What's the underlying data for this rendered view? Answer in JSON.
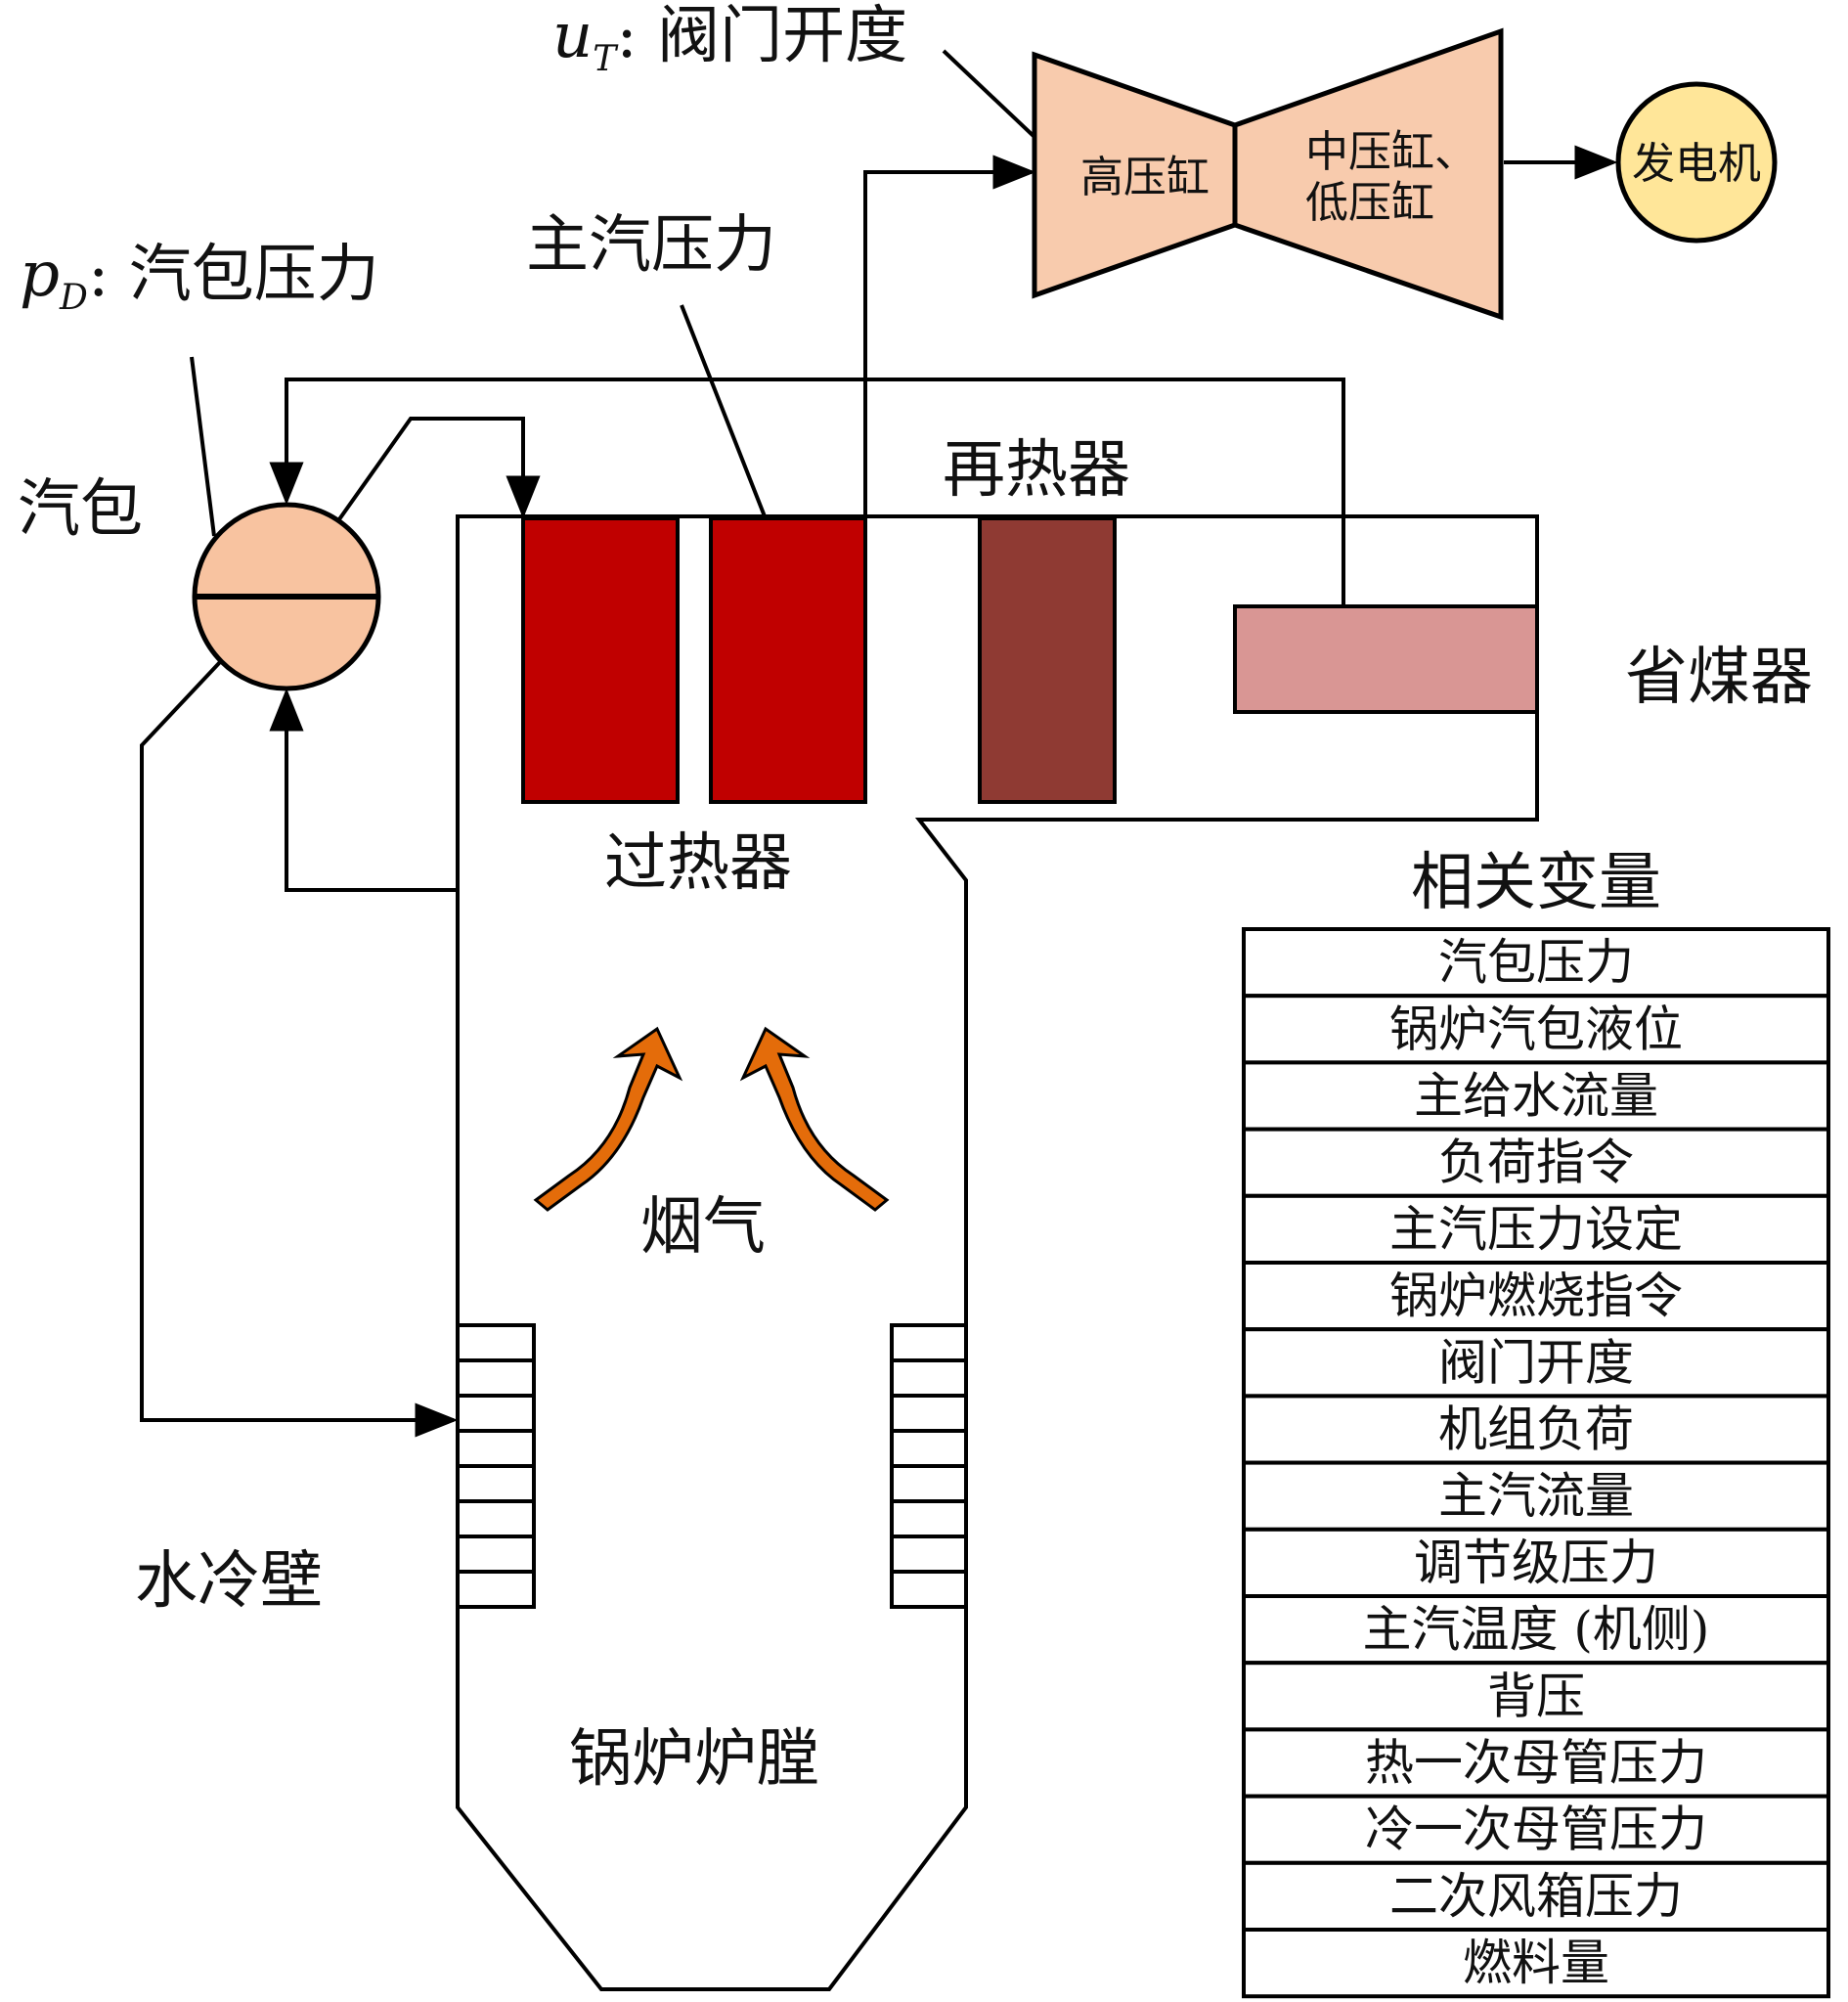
{
  "labels": {
    "valve_var": "u",
    "valve_sub": "T",
    "valve_text": ": 阀门开度",
    "drum_pressure_var": "p",
    "drum_pressure_sub": "D",
    "drum_pressure_text": ": 汽包压力",
    "main_steam_pressure": "主汽压力",
    "drum": "汽包",
    "reheater": "再热器",
    "economizer": "省煤器",
    "superheater": "过热器",
    "flue_gas": "烟气",
    "water_wall": "水冷壁",
    "furnace": "锅炉炉膛",
    "hp_cylinder": "高压缸",
    "ip_lp_line1": "中压缸、",
    "ip_lp_line2": "低压缸",
    "generator": "发电机"
  },
  "variables_table": {
    "title": "相关变量",
    "rows": [
      "汽包压力",
      "锅炉汽包液位",
      "主给水流量",
      "负荷指令",
      "主汽压力设定",
      "锅炉燃烧指令",
      "阀门开度",
      "机组负荷",
      "主汽流量",
      "调节级压力",
      "主汽温度 (机侧)",
      "背压",
      "热一次母管压力",
      "冷一次母管压力",
      "二次风箱压力",
      "燃料量"
    ]
  },
  "colors": {
    "superheater": "#C00000",
    "reheater": "#8F3A33",
    "economizer": "#D99694",
    "turbine": "#F8CBAD",
    "drum": "#F8C3A0",
    "generator": "#FFE699",
    "flue_arrow": "#E46C0A"
  }
}
